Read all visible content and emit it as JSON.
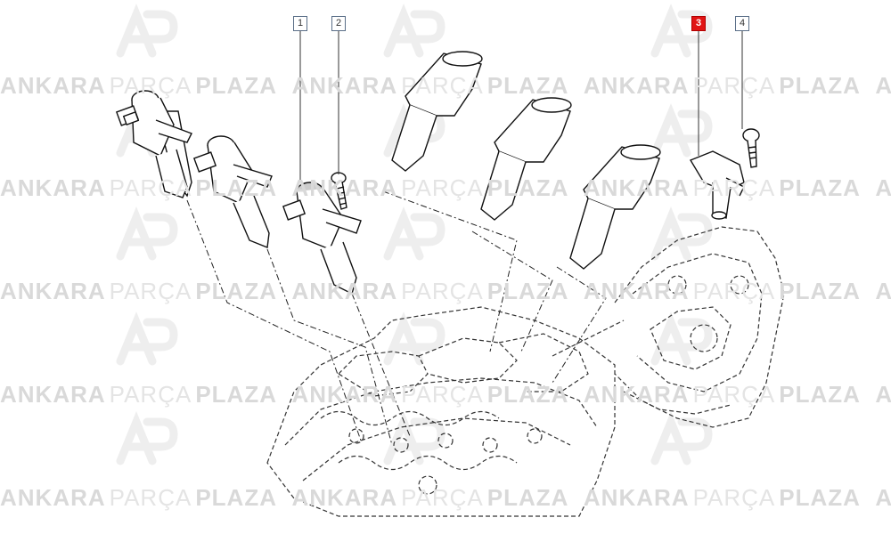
{
  "watermark": {
    "brand_bold_1": "ANKARA",
    "brand_light": "PARÇA",
    "brand_bold_2": "PLAZA",
    "logo_text": "AP"
  },
  "callouts": [
    {
      "label": "1",
      "active": false
    },
    {
      "label": "2",
      "active": false
    },
    {
      "label": "3",
      "active": true
    },
    {
      "label": "4",
      "active": false
    }
  ],
  "colors": {
    "active_callout": "#e11414",
    "line": "#222222",
    "watermark": "#d9d9d9"
  }
}
